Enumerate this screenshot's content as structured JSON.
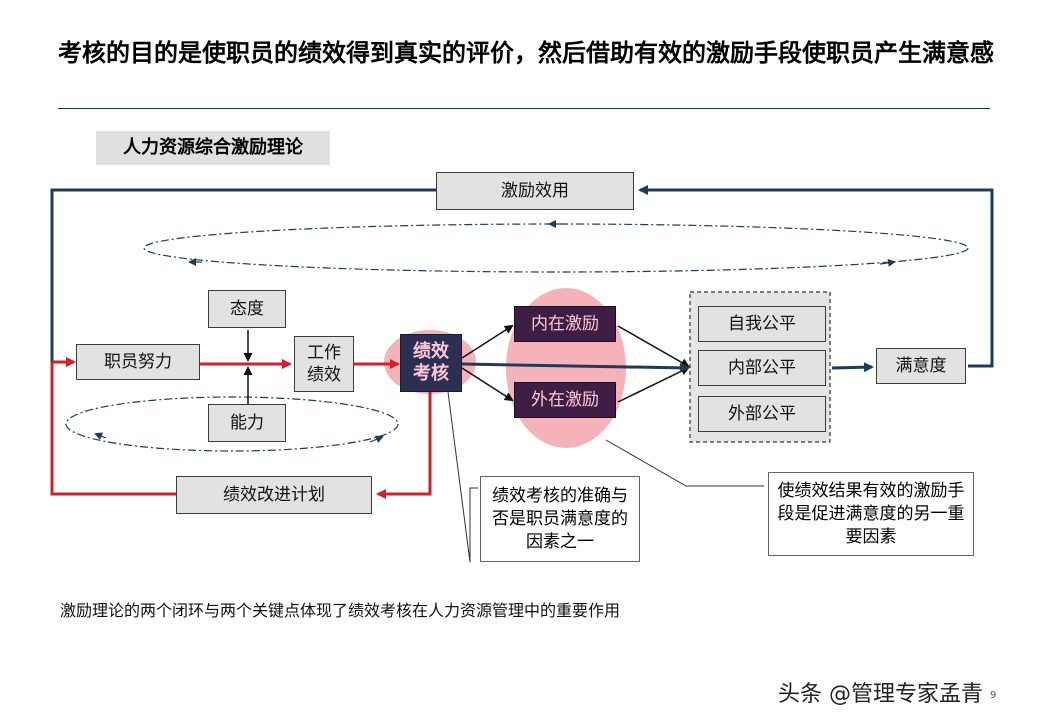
{
  "header": {
    "title": "考核的目的是使职员的绩效得到真实的评价，然后借助有效的激励手段使职员产生满意感"
  },
  "section_label": "人力资源综合激励理论",
  "nodes": {
    "incentive_utility": "激励效用",
    "employee_effort": "职员努力",
    "attitude": "态度",
    "ability": "能力",
    "work_performance_line1": "工作",
    "work_performance_line2": "绩效",
    "appraisal_line1": "绩效",
    "appraisal_line2": "考核",
    "intrinsic_incentive": "内在激励",
    "extrinsic_incentive": "外在激励",
    "self_equity": "自我公平",
    "internal_equity": "内部公平",
    "external_equity": "外部公平",
    "satisfaction": "满意度",
    "improvement_plan": "绩效改进计划"
  },
  "notes": {
    "appraisal_note": "绩效考核的准确与否是职员满意度的因素之一",
    "incentive_note": "使绩效结果有效的激励手段是促进满意度的另一重要因素"
  },
  "footer": "激励理论的两个闭环与两个关键点体现了绩效考核在人力资源管理中的重要作用",
  "watermark": "头条 @管理专家孟青",
  "page_number": "9",
  "colors": {
    "red_flow": "#d0202a",
    "blue_flow": "#1f3b5a",
    "highlight": "#f3a6ad",
    "dark_box": "#3e1e44"
  }
}
